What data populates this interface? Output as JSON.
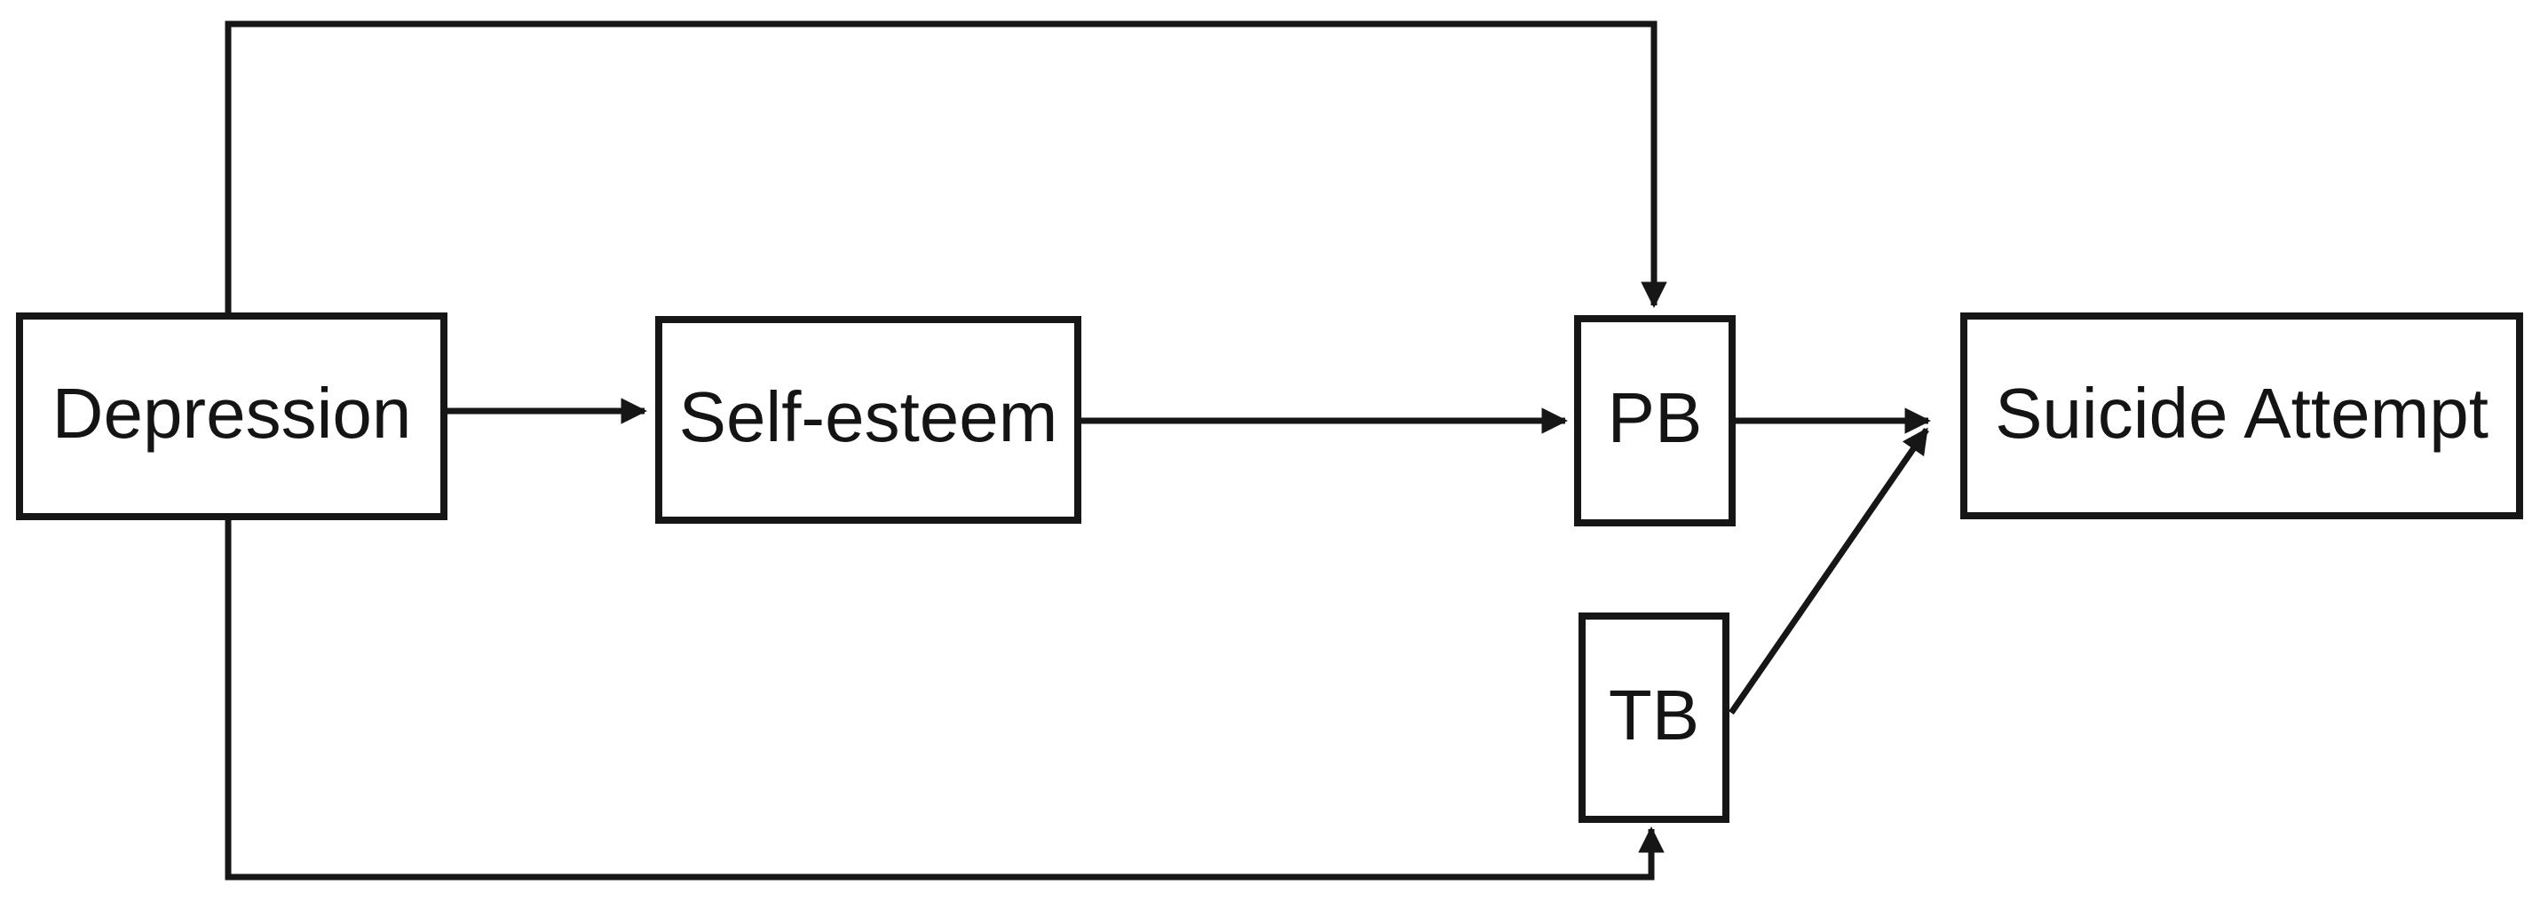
{
  "diagram": {
    "title": "Mediation path diagram",
    "background_color": "#ffffff",
    "line_color": "#161616",
    "text_color": "#141414",
    "nodes": [
      {
        "id": "depression",
        "label": "Depression"
      },
      {
        "id": "self_esteem",
        "label": "Self-esteem"
      },
      {
        "id": "pb",
        "label": "PB"
      },
      {
        "id": "tb",
        "label": "TB"
      },
      {
        "id": "suicide_attempt",
        "label": "Suicide Attempt"
      }
    ],
    "edges": [
      {
        "from": "Depression",
        "to": "Self-esteem",
        "route": "direct-horizontal"
      },
      {
        "from": "Self-esteem",
        "to": "PB",
        "route": "direct-horizontal"
      },
      {
        "from": "PB",
        "to": "Suicide Attempt",
        "route": "direct-horizontal"
      },
      {
        "from": "TB",
        "to": "Suicide Attempt",
        "route": "diagonal"
      },
      {
        "from": "Depression",
        "to": "PB",
        "route": "elbow-over-top"
      },
      {
        "from": "Depression",
        "to": "TB",
        "route": "elbow-under-bottom"
      }
    ]
  }
}
